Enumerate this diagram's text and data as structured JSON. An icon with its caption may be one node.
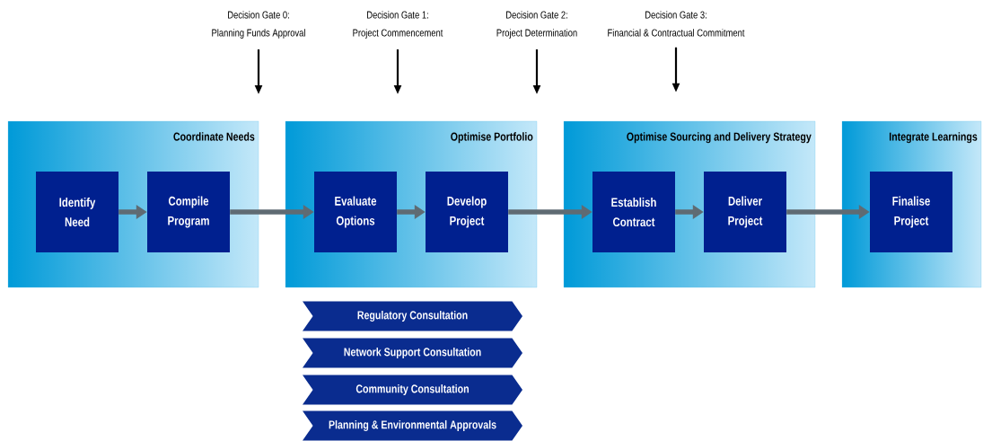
{
  "diagram": {
    "nodes": [
      {
        "text": [
          "Coordinate Needs"
        ]
      },
      {
        "text": [
          "Identify Need"
        ],
        "in": 0
      },
      {
        "text": [
          "Compile Program"
        ],
        "in": 0
      },
      {
        "text": [
          "Optimise Portfolio"
        ]
      },
      {
        "text": [
          "Evaluate Options"
        ],
        "in": 3
      },
      {
        "text": [
          "Develop Project"
        ],
        "in": 3
      },
      {
        "text": [
          "Optimise Sourcing and Delivery Strategy"
        ]
      },
      {
        "text": [
          "Establish Contract"
        ],
        "in": 6
      },
      {
        "text": [
          "Deliver Project"
        ],
        "in": 6
      },
      {
        "text": [
          "Integrate Learnings"
        ]
      },
      {
        "text": [
          "Finalise Project"
        ],
        "in": 9
      },
      {
        "text": [
          "Decision Gate 0:",
          "Planning Funds Approval"
        ]
      },
      {
        "text": [
          "Decision Gate 1:",
          "Project Commencement"
        ]
      },
      {
        "text": [
          "Decision Gate 2:",
          "Project Determination"
        ]
      },
      {
        "text": [
          "Decision Gate 3:",
          "Financial & Contractual Commitment"
        ]
      },
      {
        "text": [
          "Regulatory Consultation"
        ]
      },
      {
        "text": [
          "Network Support Consultation"
        ]
      },
      {
        "text": [
          "Community Consultation"
        ]
      },
      {
        "text": [
          "Planning & Environmental Approvals"
        ]
      }
    ],
    "edges": [
      {
        "from": 1,
        "to": 2,
        "arrow": "to"
      },
      {
        "from": 2,
        "to": 4,
        "arrow": "to"
      },
      {
        "from": 4,
        "to": 5,
        "arrow": "to"
      },
      {
        "from": 5,
        "to": 7,
        "arrow": "to"
      },
      {
        "from": 7,
        "to": 8,
        "arrow": "to"
      },
      {
        "from": 8,
        "to": 10,
        "arrow": "to"
      },
      {
        "from": 11,
        "to": null,
        "arrow": "to",
        "color": "#000000"
      },
      {
        "from": 12,
        "to": null,
        "arrow": "to",
        "color": "#000000"
      },
      {
        "from": 13,
        "to": null,
        "arrow": "to",
        "color": "#000000"
      },
      {
        "from": 14,
        "to": null,
        "arrow": "to",
        "color": "#000000"
      }
    ]
  }
}
